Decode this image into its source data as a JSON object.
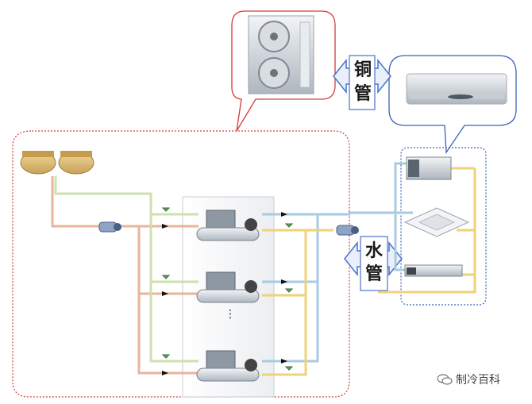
{
  "labels": {
    "copper_pipe": [
      "铜",
      "管"
    ],
    "water_pipe": [
      "水",
      "管"
    ],
    "ellipsis": "⋮",
    "watermark": "制冷百科"
  },
  "colors": {
    "callout_red": "#d33a3a",
    "callout_blue": "#3a63b8",
    "cooling_water": "#e8b59a",
    "cooling_return": "#cfe0b0",
    "chilled_supply": "#a9cbe2",
    "chilled_return": "#efd27a",
    "arrow_fill": "#e9f0fb",
    "arrow_stroke": "#4a72c7",
    "panel_bg": "#f6f7f8"
  },
  "icons": [
    "outdoor-unit-icon",
    "wall-split-ac-icon",
    "cooling-tower-icon",
    "water-pump-icon",
    "water-chiller-icon",
    "ducted-unit-icon",
    "cassette-unit-icon",
    "fan-coil-icon",
    "valve-icon",
    "wechat-icon"
  ]
}
